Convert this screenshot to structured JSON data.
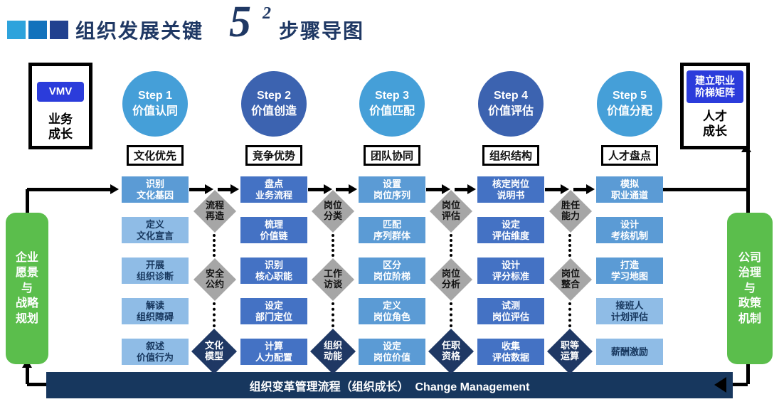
{
  "colors": {
    "navy": "#17375E",
    "title-navy": "#1F3864",
    "circle-light": "#459FD8",
    "circle-dark": "#3C63B0",
    "box-medium": "#5B9BD5",
    "box-dark": "#4472C4",
    "box-light": "#8FBCE6",
    "diamond-gray": "#A6A6A6",
    "diamond-dark": "#1F3864",
    "green": "#5BBE4C",
    "badge-blue": "#2B3CDB",
    "sq1": "#2EA3DC",
    "sq2": "#1272BC",
    "sq3": "#21418F"
  },
  "header": {
    "title_prefix": "组织发展关键",
    "title_number": "5",
    "title_exponent": "2",
    "title_suffix": "步骤导图"
  },
  "left_entry": {
    "badge": "VMV",
    "label": "业务\n成长"
  },
  "right_entry": {
    "badge": "建立职业\n阶梯矩阵",
    "label": "人才\n成长"
  },
  "left_rail": {
    "label": "企业\n愿景\n与\n战略\n规划"
  },
  "right_rail": {
    "label": "公司\n治理\n与\n政策\n机制"
  },
  "bottom_bar": {
    "label": "组织变革管理流程（组织成长）  Change Management"
  },
  "steps": [
    {
      "name": "Step 1",
      "value": "价值认同",
      "tag": "文化优先",
      "tasks": [
        "识别\n文化基因",
        "定义\n文化宣言",
        "开展\n组织诊断",
        "解读\n组织障碍",
        "叙述\n价值行为"
      ]
    },
    {
      "name": "Step 2",
      "value": "价值创造",
      "tag": "竞争优势",
      "tasks": [
        "盘点\n业务流程",
        "梳理\n价值链",
        "识别\n核心职能",
        "设定\n部门定位",
        "计算\n人力配置"
      ]
    },
    {
      "name": "Step 3",
      "value": "价值匹配",
      "tag": "团队协同",
      "tasks": [
        "设置\n岗位序列",
        "匹配\n序列群体",
        "区分\n岗位阶梯",
        "定义\n岗位角色",
        "设定\n岗位价值"
      ]
    },
    {
      "name": "Step 4",
      "value": "价值评估",
      "tag": "组织结构",
      "tasks": [
        "核定岗位\n说明书",
        "设定\n评估维度",
        "设计\n评分标准",
        "试测\n岗位评估",
        "收集\n评估数据"
      ]
    },
    {
      "name": "Step 5",
      "value": "价值分配",
      "tag": "人才盘点",
      "tasks": [
        "模拟\n职业通道",
        "设计\n考核机制",
        "打造\n学习地图",
        "接班人\n计划评估",
        "薪酬激励"
      ]
    }
  ],
  "gates": [
    {
      "top": "流程\n再造",
      "middle": "安全\n公约",
      "bottom": "文化\n模型"
    },
    {
      "top": "岗位\n分类",
      "middle": "工作\n访谈",
      "bottom": "组织\n动能"
    },
    {
      "top": "岗位\n评估",
      "middle": "岗位\n分析",
      "bottom": "任职\n资格"
    },
    {
      "top": "胜任\n能力",
      "middle": "岗位\n整合",
      "bottom": "职等\n运算"
    }
  ]
}
